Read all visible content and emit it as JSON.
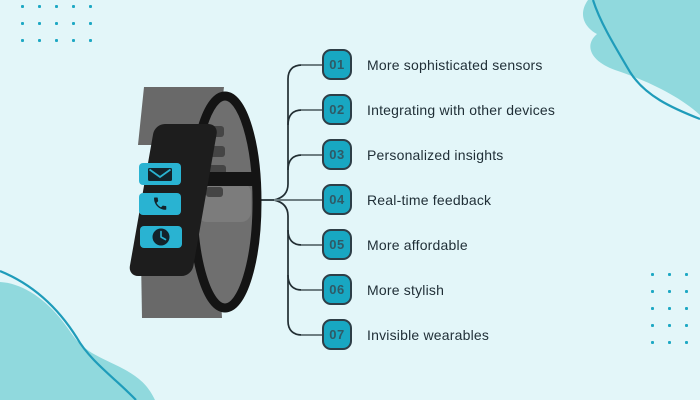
{
  "infographic": {
    "items": [
      {
        "num": "01",
        "label": "More sophisticated sensors"
      },
      {
        "num": "02",
        "label": "Integrating with other devices"
      },
      {
        "num": "03",
        "label": "Personalized insights"
      },
      {
        "num": "04",
        "label": "Real-time feedback"
      },
      {
        "num": "05",
        "label": "More affordable"
      },
      {
        "num": "06",
        "label": "More stylish"
      },
      {
        "num": "07",
        "label": "Invisible wearables"
      }
    ]
  },
  "illustration": {
    "type": "smartwatch-wristband",
    "button_icons": [
      "mail-icon",
      "phone-icon",
      "clock-icon"
    ]
  },
  "colors": {
    "background": "#e3f6f9",
    "accent_teal": "#18a7c2",
    "badge_border": "#2e3e47",
    "badge_number": "#2f5a66",
    "text": "#1f2e36",
    "blob_fill": "#90d9dd",
    "blob_line": "#1f9cba",
    "connector_dark": "#222e33",
    "connector_stub": "#6e7e82",
    "strap_gray": "#696969",
    "device_black": "#1d1d1d"
  }
}
